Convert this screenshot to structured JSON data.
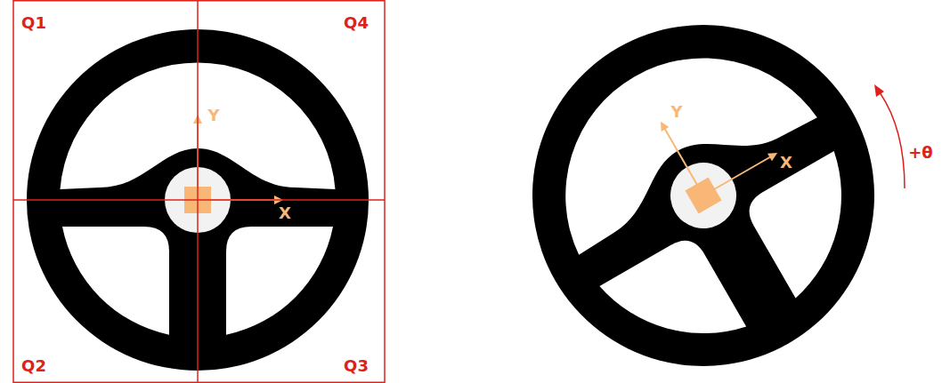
{
  "diagram": {
    "labels": [
      "Q1",
      "Q4",
      "Q2",
      "Q3",
      "Y",
      "X",
      "Y",
      "X",
      "+θ"
    ]
  }
}
